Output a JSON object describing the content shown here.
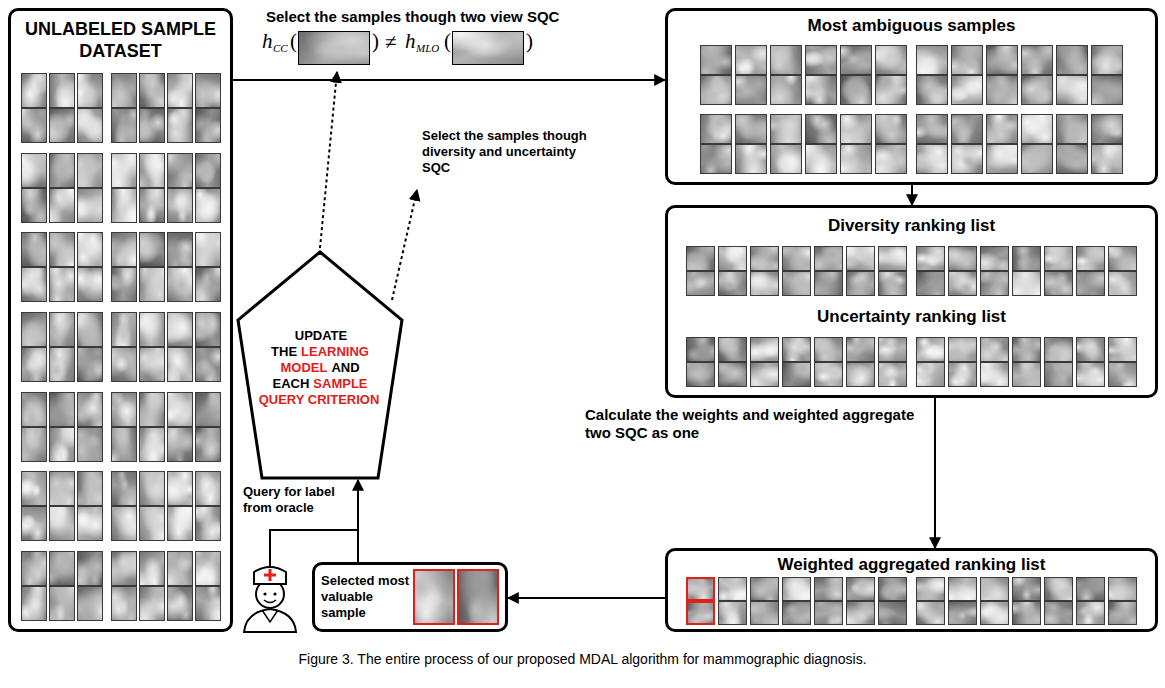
{
  "diagram": {
    "caption": "Figure 3. The entire process of our proposed MDAL algorithm for mammographic diagnosis.",
    "nodes": [
      {
        "text": [
          "UNLABELED SAMPLE DATASET"
        ]
      },
      {
        "text": [
          "Most ambiguous samples"
        ]
      },
      {
        "text": [
          "Diversity ranking list",
          "Uncertainty ranking list"
        ]
      },
      {
        "text": [
          "Weighted aggregated ranking list"
        ]
      },
      {
        "text": [
          "Selected most valuable sample"
        ]
      },
      {
        "text": [
          "UPDATE THE",
          "LEARNING MODEL",
          "AND EACH",
          "SAMPLE QUERY CRITERION"
        ]
      }
    ],
    "edges": [
      {
        "from": 0,
        "to": 1,
        "arrow": "to"
      },
      {
        "from": 1,
        "to": 2,
        "arrow": "to"
      },
      {
        "from": 2,
        "to": 3,
        "arrow": "to",
        "label": "Calculate the weights and weighted aggregate two SQC as one"
      },
      {
        "from": 3,
        "to": 4,
        "arrow": "to"
      },
      {
        "from": 4,
        "to": 5,
        "arrow": "to"
      }
    ],
    "labels": [
      "Select the samples though two view SQC",
      "h",
      "CC",
      "(",
      ")",
      "≠",
      "h",
      "MLO",
      "(",
      ")",
      "Select the samples though diversity and uncertainty SQC",
      "Query for label from oracle"
    ]
  }
}
